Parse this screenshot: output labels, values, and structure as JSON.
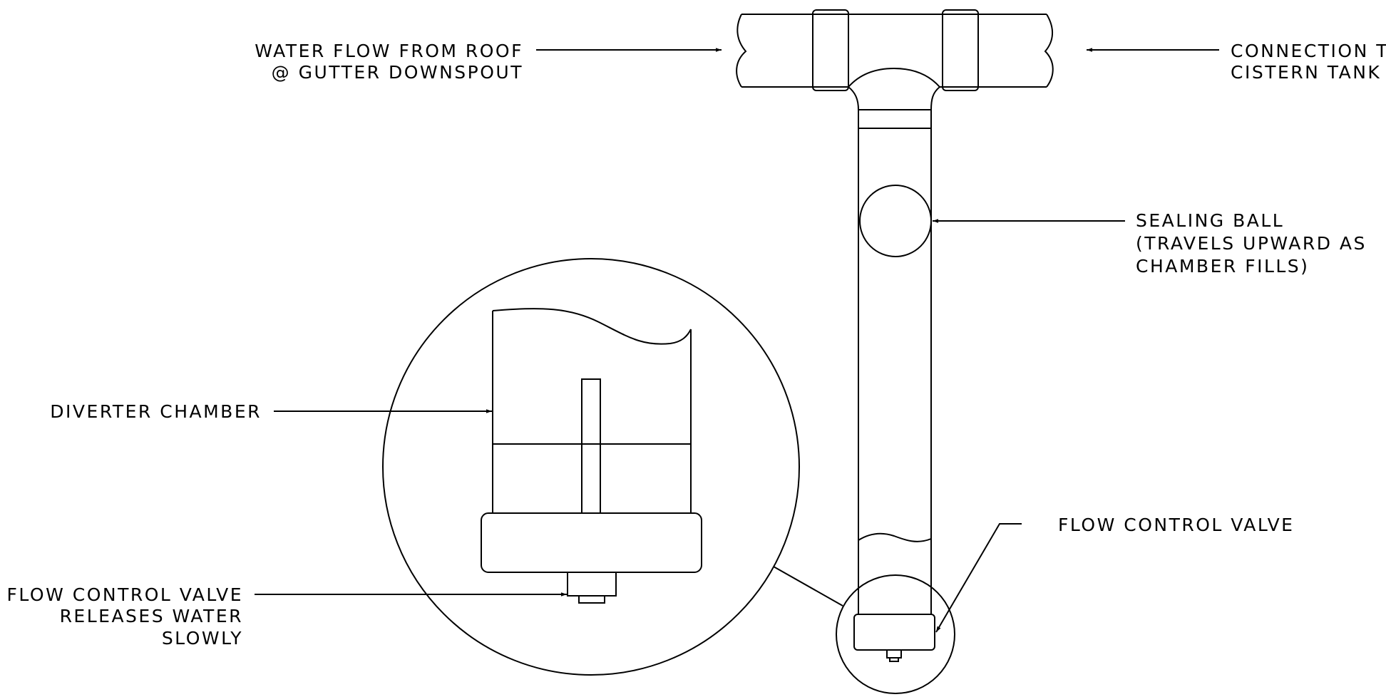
{
  "labels": {
    "water_flow_line1": "WATER FLOW FROM ROOF",
    "water_flow_line2": "@ GUTTER DOWNSPOUT",
    "cistern_line1": "CONNECTION TO",
    "cistern_line2": "CISTERN TANK",
    "sealing_ball_line1": "SEALING BALL",
    "sealing_ball_line2": "(TRAVELS UPWARD AS",
    "sealing_ball_line3": "CHAMBER FILLS)",
    "diverter_chamber": "DIVERTER CHAMBER",
    "flow_control_valve": "FLOW CONTROL VALVE",
    "detail_valve_line1": "FLOW CONTROL VALVE",
    "detail_valve_line2": "RELEASES WATER",
    "detail_valve_line3": "SLOWLY"
  },
  "colors": {
    "ink": "#000000",
    "paper": "#ffffff"
  }
}
